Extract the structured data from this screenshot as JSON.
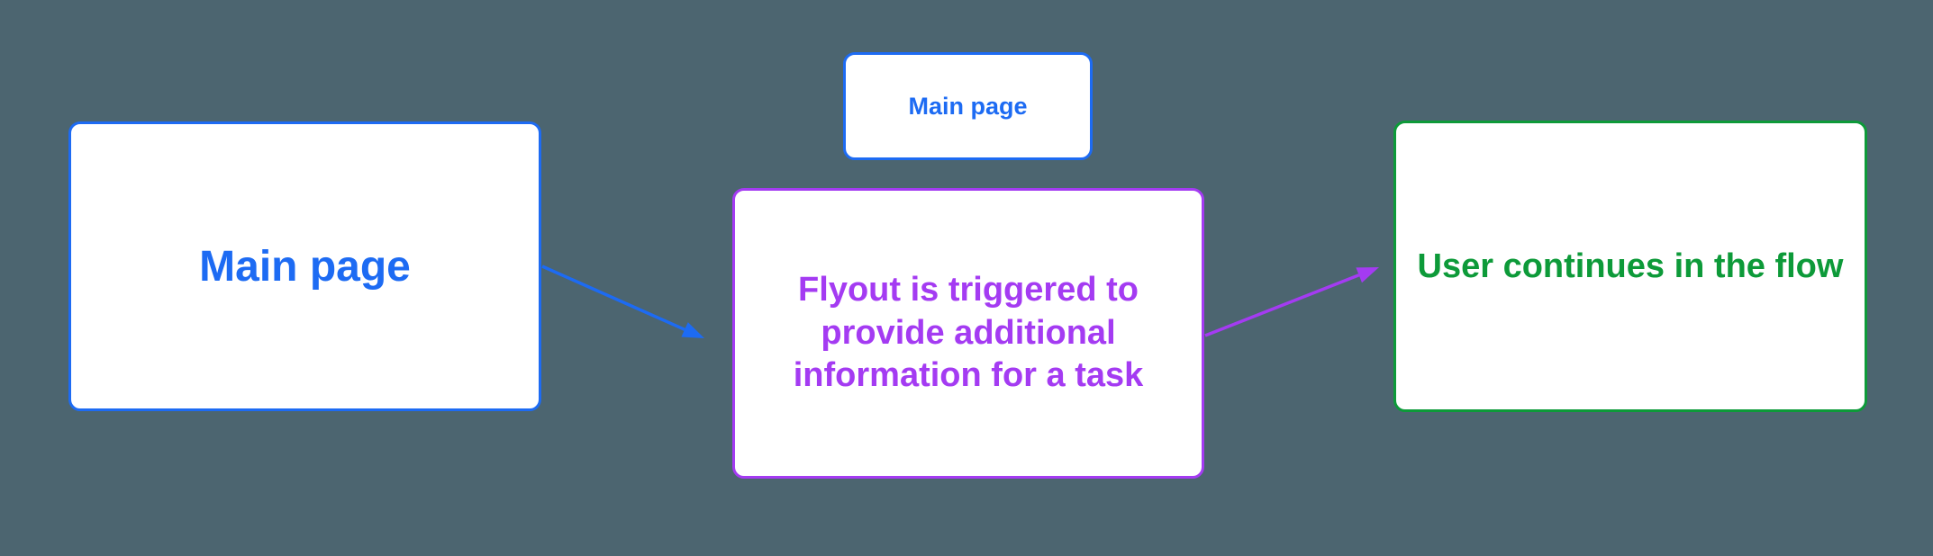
{
  "background": "#4C6570",
  "colors": {
    "blue": "#1D6BF3",
    "purple": "#A43BF2",
    "green": "#0D9A39",
    "node_fill": "#FFFFFF"
  },
  "diagram": {
    "nodes": {
      "main_page": {
        "label": "Main page",
        "color": "blue"
      },
      "main_page_small": {
        "label": "Main page",
        "color": "blue"
      },
      "flyout": {
        "label": "Flyout is triggered to provide additional information for a task",
        "lines": [
          "Flyout is triggered to",
          "provide additional",
          "information for a task"
        ],
        "color": "purple"
      },
      "user_continues": {
        "label": "User continues in the flow",
        "color": "green"
      }
    },
    "connections": [
      {
        "from": "main_page",
        "to": "flyout",
        "color": "blue"
      },
      {
        "from": "flyout",
        "to": "user_continues",
        "color": "purple"
      }
    ]
  }
}
